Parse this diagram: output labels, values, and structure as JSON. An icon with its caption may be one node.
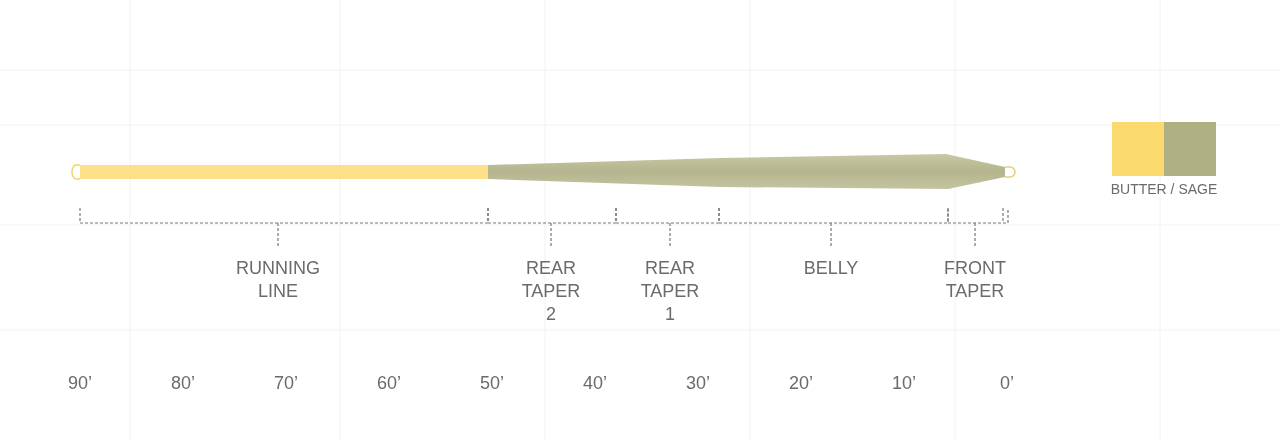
{
  "diagram": {
    "labels": [
      "RUNNING LINE",
      "REAR TAPER 2",
      "REAR TAPER 1",
      "BELLY",
      "FRONT TAPER",
      "90’",
      "80’",
      "70’",
      "60’",
      "50’",
      "40’",
      "30’",
      "20’",
      "10’",
      "0’"
    ],
    "legend": [
      {
        "text": "BUTTER / SAGE"
      }
    ]
  }
}
